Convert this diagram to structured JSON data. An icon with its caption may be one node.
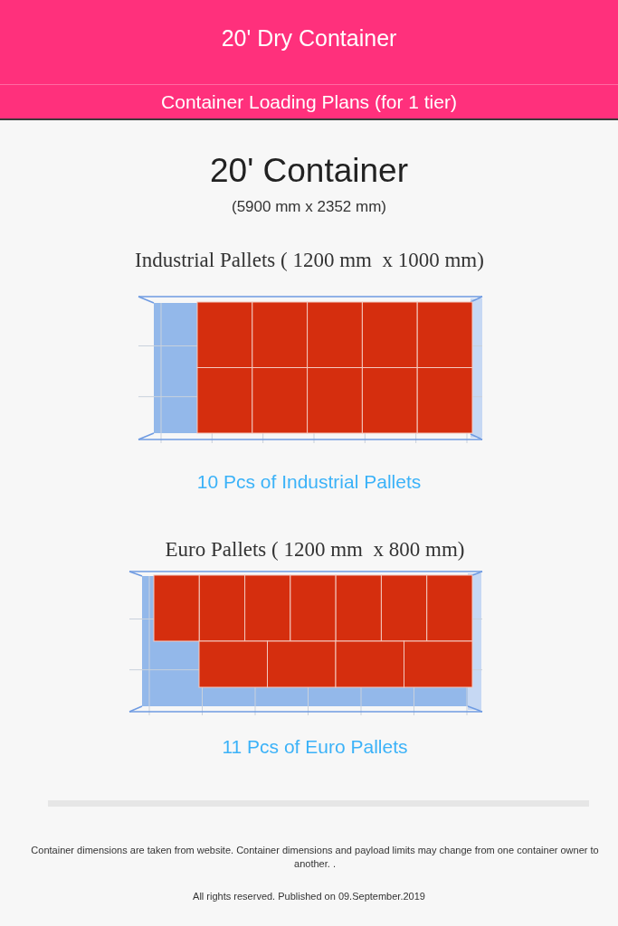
{
  "diagram": {
    "title": "20' Dry Container",
    "labels": [
      "Container Loading Plans (for 1 tier)",
      "20' Container",
      "(5900 mm x 2352 mm)",
      "Industrial Pallets ( 1200 mm  x 1000 mm)",
      "10 Pcs of Industrial Pallets",
      "Euro Pallets ( 1200 mm  x 800 mm)",
      "11 Pcs of Euro Pallets",
      "Container dimensions are taken from website. Container dimensions and payload limits may change from one container owner to another. .",
      "All rights reserved. Published on 09.September.2019"
    ]
  }
}
